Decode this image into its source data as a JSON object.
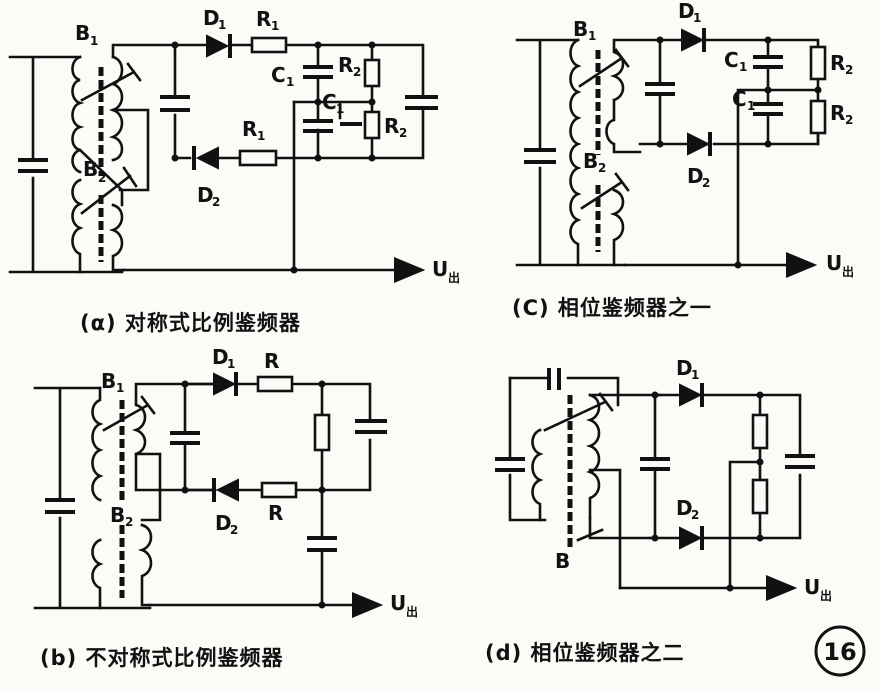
{
  "circuits": {
    "a": {
      "caption": "(α) 对称式比例鉴频器",
      "labels": {
        "t1": "B",
        "t1s": "1",
        "t2": "B",
        "t2s": "2",
        "d1": "D",
        "d1s": "1",
        "d2": "D",
        "d2s": "2",
        "r1a": "R",
        "r1as": "1",
        "r1b": "R",
        "r1bs": "1",
        "c1a": "C",
        "c1as": "1",
        "c1b": "C",
        "c1bs": "1",
        "r2a": "R",
        "r2as": "2",
        "r2b": "R",
        "r2bs": "2",
        "out": "U",
        "outs": "出"
      }
    },
    "b": {
      "caption": "(b) 不对称式比例鉴频器",
      "labels": {
        "t1": "B",
        "t1s": "1",
        "t2": "B",
        "t2s": "2",
        "d1": "D",
        "d1s": "1",
        "d2": "D",
        "d2s": "2",
        "ra": "R",
        "rb": "R",
        "out": "U",
        "outs": "出"
      }
    },
    "c": {
      "caption": "(C) 相位鉴频器之一",
      "labels": {
        "t1": "B",
        "t1s": "1",
        "t2": "B",
        "t2s": "2",
        "d1": "D",
        "d1s": "1",
        "d2": "D",
        "d2s": "2",
        "c1a": "C",
        "c1as": "1",
        "c1b": "C",
        "c1bs": "1",
        "r2a": "R",
        "r2as": "2",
        "r2b": "R",
        "r2bs": "2",
        "out": "U",
        "outs": "出"
      }
    },
    "d": {
      "caption": "(d) 相位鉴频器之二",
      "labels": {
        "t": "B",
        "d1": "D",
        "d1s": "1",
        "d2": "D",
        "d2s": "2",
        "out": "U",
        "outs": "出"
      }
    }
  },
  "figure_number": "16"
}
